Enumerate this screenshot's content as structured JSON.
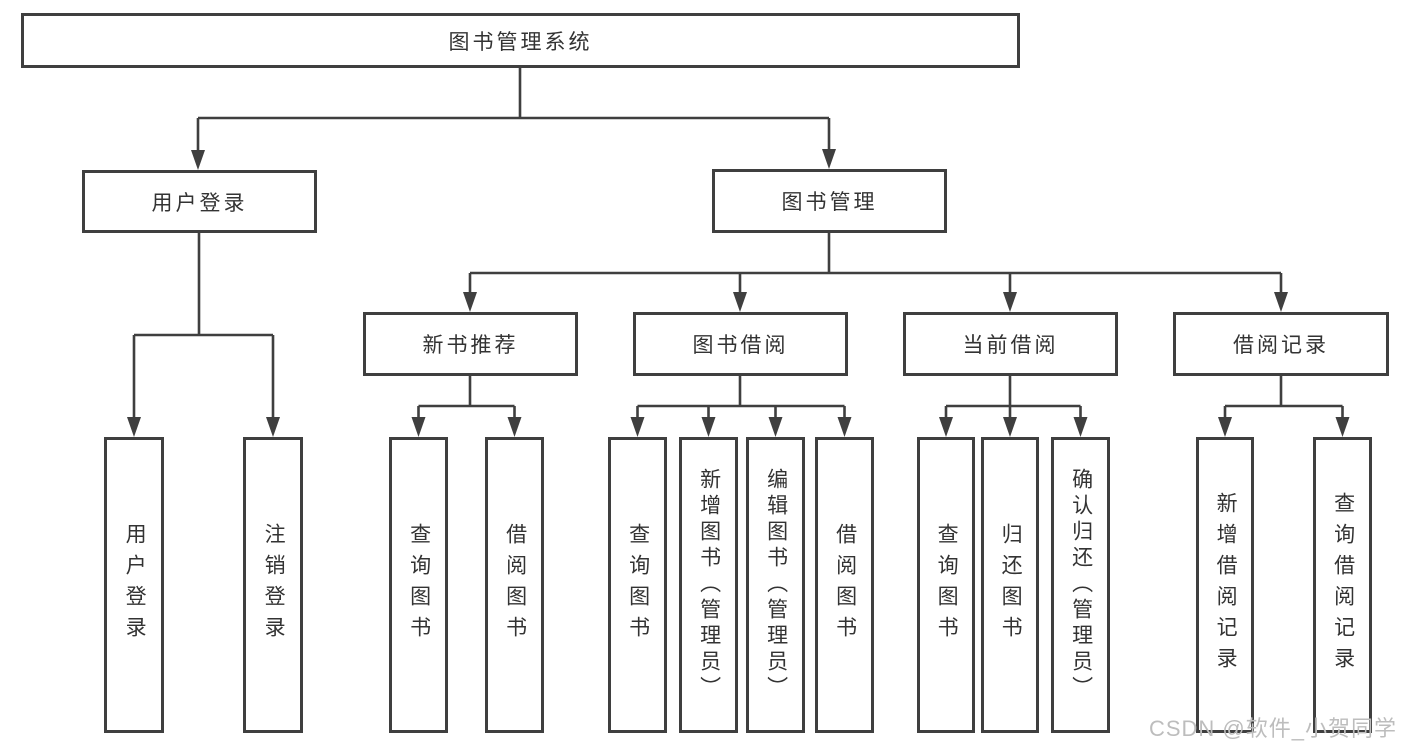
{
  "diagram_title": "图书管理系统",
  "tree": {
    "label": "图书管理系统",
    "children": [
      {
        "label": "用户登录",
        "children": [
          {
            "label": "用户登录"
          },
          {
            "label": "注销登录"
          }
        ]
      },
      {
        "label": "图书管理",
        "children": [
          {
            "label": "新书推荐",
            "children": [
              {
                "label": "查询图书"
              },
              {
                "label": "借阅图书"
              }
            ]
          },
          {
            "label": "图书借阅",
            "children": [
              {
                "label": "查询图书"
              },
              {
                "label": "新增图书（管理员）"
              },
              {
                "label": "编辑图书（管理员）"
              },
              {
                "label": "借阅图书"
              }
            ]
          },
          {
            "label": "当前借阅",
            "children": [
              {
                "label": "查询图书"
              },
              {
                "label": "归还图书"
              },
              {
                "label": "确认归还（管理员）"
              }
            ]
          },
          {
            "label": "借阅记录",
            "children": [
              {
                "label": "新增借阅记录"
              },
              {
                "label": "查询借阅记录"
              }
            ]
          }
        ]
      }
    ]
  },
  "watermark": {
    "text": "CSDN @软件_小贺同学"
  },
  "colors": {
    "line": "#3f3f3f",
    "box_border": "#3f3f3f",
    "text": "#333333",
    "watermark": "#bdbdbd",
    "background": "#ffffff"
  }
}
